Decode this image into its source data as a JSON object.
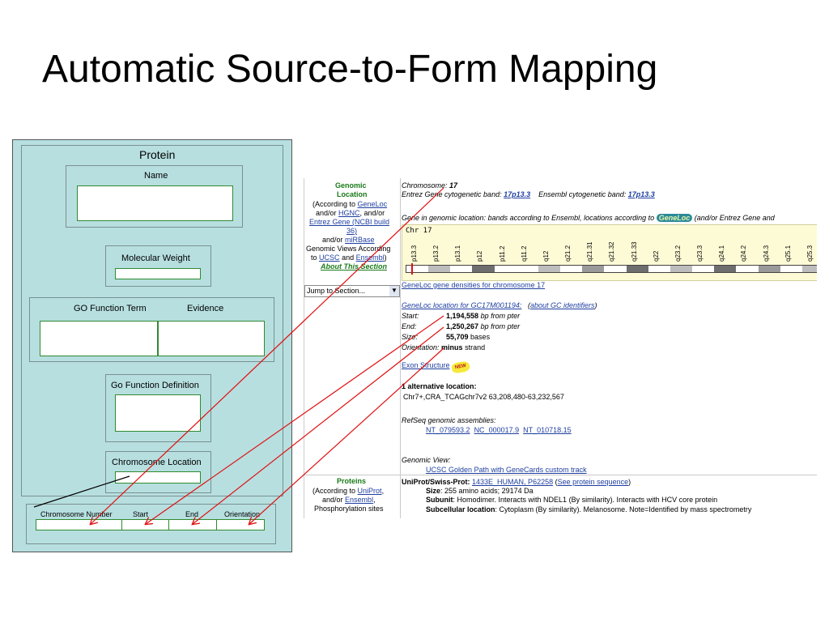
{
  "slide": {
    "title": "Automatic Source-to-Form Mapping"
  },
  "form": {
    "title": "Protein",
    "name_label": "Name",
    "mw_label": "Molecular Weight",
    "go_term_label": "GO Function Term",
    "evidence_label": "Evidence",
    "go_def_label": "Go Function Definition",
    "chrom_loc_label": "Chromosome Location",
    "chrom_num_label": "Chromosome Number",
    "start_label": "Start",
    "end_label": "End",
    "orientation_label": "Orientation"
  },
  "web": {
    "genomic_location": {
      "heading": "Genomic Location",
      "line1": "(According to",
      "geneloc": "GeneLoc",
      "line2a": "and/or",
      "hgnc": "HGNC",
      "line2b": ", and/or",
      "entrez": "Entrez Gene (NCBI build",
      "entrez2": "36)",
      "line3": "and/or",
      "mirbase": "miRBase",
      "line4": "Genomic Views According",
      "line5a": "to",
      "ucsc": "UCSC",
      "line5b": "and",
      "ensembl": "Ensembl",
      "line5c": ")",
      "about": "About This Section"
    },
    "jump_select": "Jump to Section...",
    "chromosome_label": "Chromosome:",
    "chromosome_value": "17",
    "entrez_band_label": "Entrez Gene cytogenetic band:",
    "entrez_band_value": "17p13.3",
    "ensembl_band_label": "Ensembl cytogenetic band:",
    "ensembl_band_value": "17p13.3",
    "gene_in_loc": "Gene in genomic location: bands according to Ensembl, locations according to",
    "geneloc_badge": "GeneLoc",
    "and_or_entrez": "(and/or Entrez Gene and",
    "chr_label": "Chr 17",
    "bands": [
      "p13.3",
      "p13.2",
      "p13.1",
      "p12",
      "p11.2",
      "q11.2",
      "q12",
      "q21.2",
      "q21.31",
      "q21.32",
      "q21.33",
      "q22",
      "q23.2",
      "q23.3",
      "q24.1",
      "q24.2",
      "q24.3",
      "q25.1",
      "q25.3"
    ],
    "gene_density": "GeneLoc gene densities for chromosome 17",
    "geneloc_location": "GeneLoc location for GC17M001194:",
    "about_gc": "about GC identifiers",
    "start_label": "Start:",
    "start_value": "1,194,558",
    "start_unit": "bp from pter",
    "end_label": "End:",
    "end_value": "1,250,267",
    "end_unit": "bp from pter",
    "size_label": "Size:",
    "size_value": "55,709",
    "size_unit": "bases",
    "orientation_label": "Orientation:",
    "orientation_value": "minus",
    "orientation_unit": "strand",
    "exon_structure": "Exon Structure",
    "new_badge": "NEW",
    "alt_loc_heading": "1 alternative location:",
    "alt_loc_value": "Chr7+,CRA_TCAGchr7v2 63,208,480-63,232,567",
    "refseq_label": "RefSeq genomic assemblies:",
    "refseq_1": "NT_079593.2",
    "refseq_2": "NC_000017.9",
    "refseq_3": "NT_010718.15",
    "genomic_view": "Genomic View:",
    "ucsc_golden": "UCSC Golden Path with GeneCards custom track",
    "proteins": {
      "heading": "Proteins",
      "line1": "(According to",
      "uniprot": "UniProt",
      "line2a": "and/or",
      "ensembl": "Ensembl",
      "line2b": ",",
      "line3": "Phosphorylation sites"
    },
    "uniprot_label": "UniProt/Swiss-Prot:",
    "uniprot_id": "1433E_HUMAN, P62258",
    "see_seq": "See protein sequence",
    "size_row_label": "Size",
    "size_row_value": "255 amino acids; 29174 Da",
    "subunit_label": "Subunit",
    "subunit_value": "Homodimer. Interacts with NDEL1 (By similarity). Interacts with HCV core protein",
    "subcell_label": "Subcellular location",
    "subcell_value": "Cytoplasm (By similarity). Melanosome. Note=Identified by mass spectrometry"
  }
}
